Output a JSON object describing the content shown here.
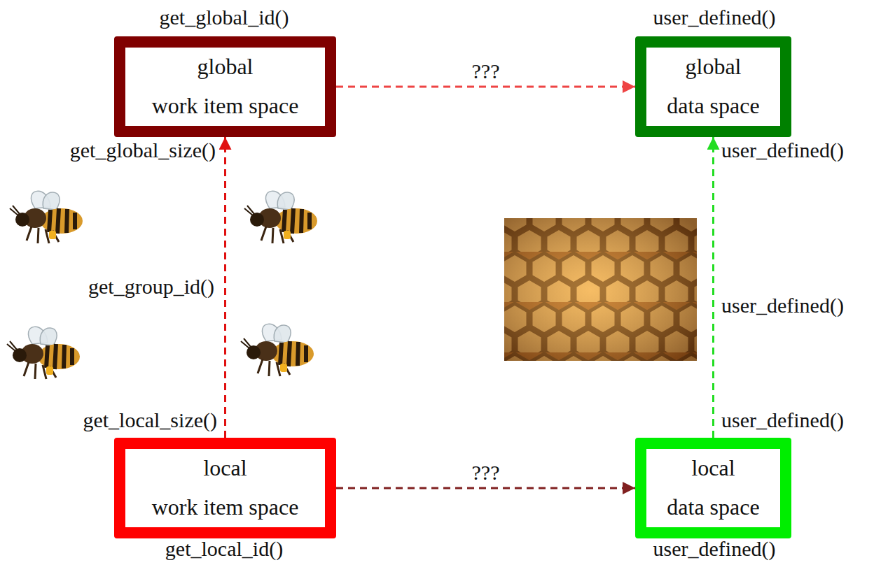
{
  "diagram": {
    "nodes": [
      {
        "text": [
          "global",
          "work item space"
        ]
      },
      {
        "text": [
          "global",
          "data space"
        ]
      },
      {
        "text": [
          "local",
          "work item space"
        ]
      },
      {
        "text": [
          "local",
          "data space"
        ]
      }
    ],
    "edges": [
      {
        "from": 0,
        "to": 1,
        "label": "???",
        "arrow": "to"
      },
      {
        "from": 2,
        "to": 0,
        "arrow": "to"
      },
      {
        "from": 3,
        "to": 1,
        "arrow": "to"
      },
      {
        "from": 2,
        "to": 3,
        "label": "???",
        "arrow": "to"
      }
    ],
    "labels": [
      "get_global_id()",
      "user_defined()",
      "get_global_size()",
      "user_defined()",
      "get_group_id()",
      "user_defined()",
      "get_local_size()",
      "user_defined()",
      "get_local_id()",
      "user_defined()"
    ]
  }
}
